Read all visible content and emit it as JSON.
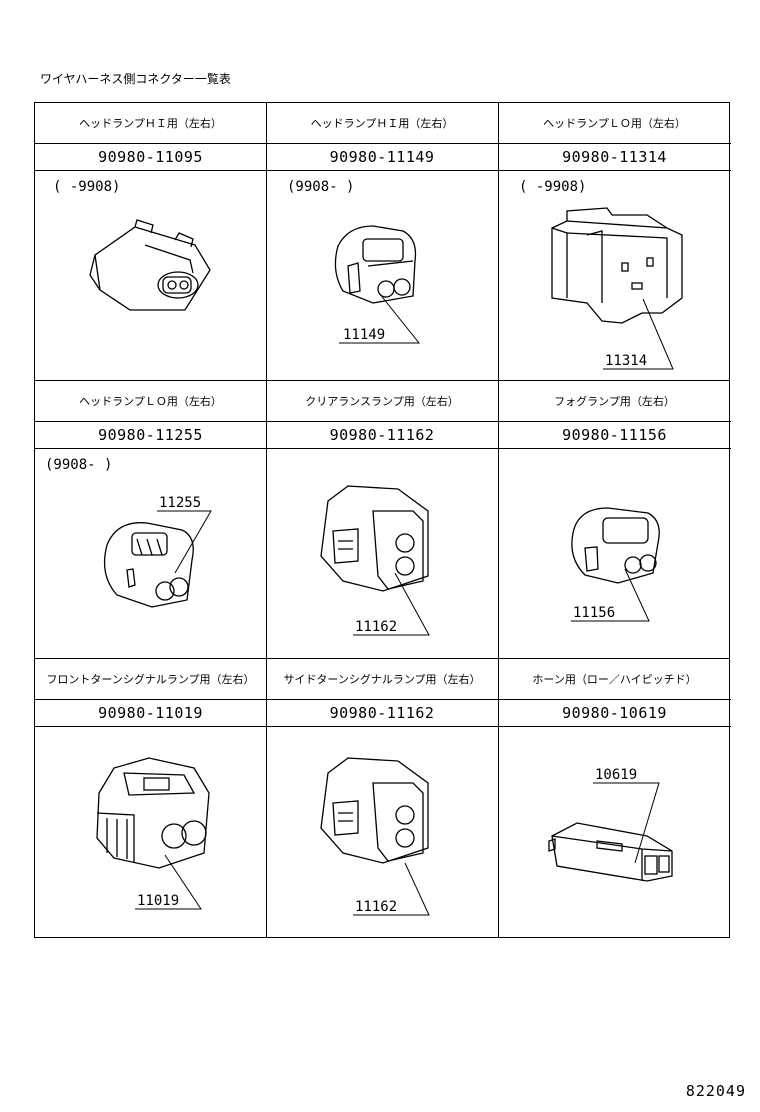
{
  "heading": "ワイヤハーネス側コネクター一覧表",
  "cells": [
    {
      "title": "ヘッドランプＨＩ用（左右）",
      "part": "90980-11095",
      "note": "(      -9908)",
      "label": ""
    },
    {
      "title": "ヘッドランプＨＩ用（左右）",
      "part": "90980-11149",
      "note": "(9908-       )",
      "label": "11149"
    },
    {
      "title": "ヘッドランプＬＯ用（左右）",
      "part": "90980-11314",
      "note": "(      -9908)",
      "label": "11314"
    },
    {
      "title": "ヘッドランプＬＯ用（左右）",
      "part": "90980-11255",
      "note": "(9908-       )",
      "label": "11255"
    },
    {
      "title": "クリアランスランプ用（左右）",
      "part": "90980-11162",
      "note": "",
      "label": "11162"
    },
    {
      "title": "フォグランプ用（左右）",
      "part": "90980-11156",
      "note": "",
      "label": "11156"
    },
    {
      "title": "フロントターンシグナルランプ用（左右）",
      "part": "90980-11019",
      "note": "",
      "label": "11019"
    },
    {
      "title": "サイドターンシグナルランプ用（左右）",
      "part": "90980-11162",
      "note": "",
      "label": "11162"
    },
    {
      "title": "ホーン用（ロー／ハイピッチド）",
      "part": "90980-10619",
      "note": "",
      "label": "10619"
    }
  ],
  "footer": "822049"
}
